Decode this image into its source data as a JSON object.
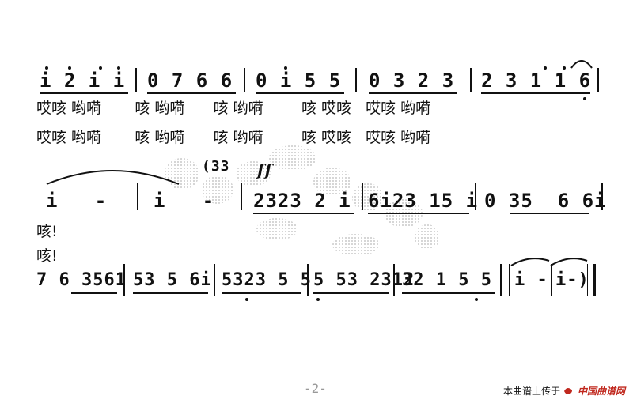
{
  "score": {
    "system1": {
      "bars": [
        "i 2 i i",
        "0 7 6 6",
        "0 i 5 5",
        "0 3 2 3",
        "2 3 1 1 6"
      ],
      "lyrics1": "哎咳 哟嗬       咳 哟嗬      咳 哟嗬        咳 哎咳   哎咳 哟嗬",
      "lyrics2": "哎咳 哟嗬       咳 哟嗬      咳 哟嗬        咳 哎咳   哎咳 哟嗬"
    },
    "system2": {
      "bars": [
        "i   -",
        "i   -",
        "2323 2 i",
        "6i23 15 i",
        "0 35  6 6i"
      ],
      "grace": "(33",
      "dynamic": "ff",
      "lyric1": "咳!",
      "lyric2": "咳!"
    },
    "system3": {
      "bars": [
        "7 6 3561",
        "53 5 6i",
        "5323 5 5",
        "5 53 2312",
        "32 1 5 5",
        "i -",
        "i-)"
      ]
    }
  },
  "footer": {
    "page_number": "-2-",
    "source_label": "本曲谱上传于",
    "site_name": "中国曲谱网"
  }
}
